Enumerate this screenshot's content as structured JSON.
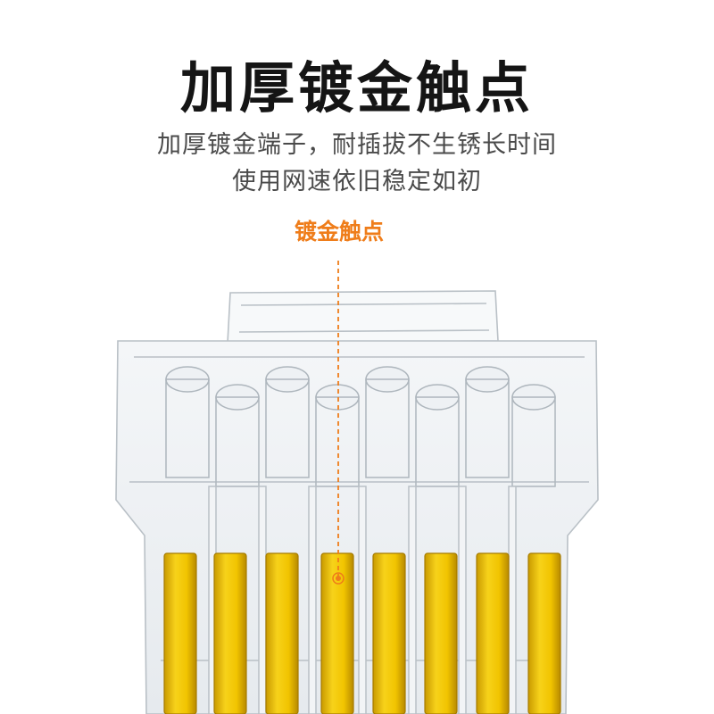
{
  "headline": "加厚镀金触点",
  "description_line1": "加厚镀金端子，耐插拔不生锈长时间",
  "description_line2": "使用网速依旧稳定如初",
  "callout_label": "镀金触点",
  "colors": {
    "accent_orange": "#ef7d1a",
    "gold_contact": "#f1c400",
    "gold_contact_dark": "#b88a00",
    "clear_plastic_edge": "#b9c0c6",
    "title_text": "#151515",
    "body_text": "#4a4a4a"
  },
  "product": {
    "name": "rj45-connector-plug",
    "gold_contact_count": 8
  }
}
